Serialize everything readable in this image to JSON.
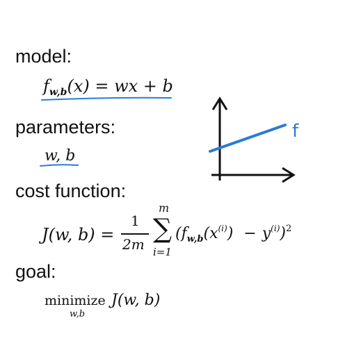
{
  "labels": {
    "model": "model:",
    "parameters": "parameters:",
    "cost_function": "cost function:",
    "goal": "goal:"
  },
  "model_eq": {
    "f": "f",
    "sub": "w,b",
    "rest": "(x) = wx + b"
  },
  "params_eq": "w, b",
  "cost_eq": {
    "lhs": "J(w, b) =",
    "num": "1",
    "den": "2m",
    "sum_top": "m",
    "sum_symbol": "∑",
    "sum_bottom": "i=1",
    "open": "(",
    "f": "f",
    "f_sub": "w,b",
    "x_open": "(x",
    "x_sup": "(i)",
    "x_close": ")",
    "minus": "−",
    "y": "y",
    "y_sup": "(i)",
    "close": ")",
    "power": "2"
  },
  "goal_eq": {
    "op": "minimize",
    "op_sub": "w,b",
    "arg": "J(w, b)"
  },
  "graph": {
    "line_label": "f"
  },
  "colors": {
    "text": "#111111",
    "accent": "#2a7bd4"
  }
}
